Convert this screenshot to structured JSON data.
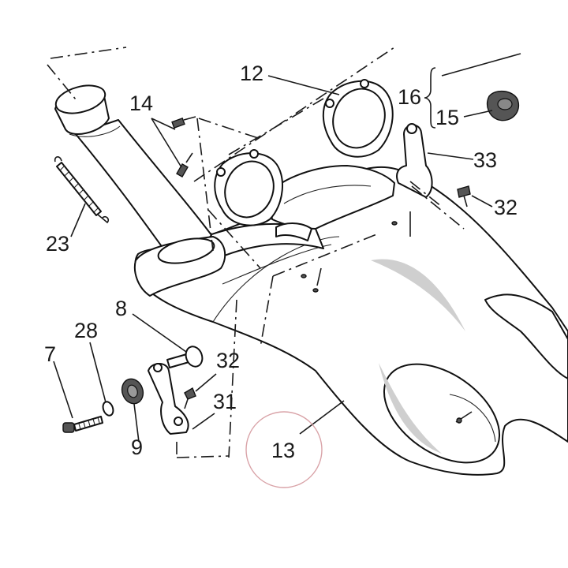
{
  "diagram": {
    "callouts": {
      "c12": "12",
      "c14": "14",
      "c16": "16",
      "c15": "15",
      "c33": "33",
      "c32a": "32",
      "c23": "23",
      "c8": "8",
      "c28": "28",
      "c7": "7",
      "c32b": "32",
      "c31": "31",
      "c9": "9",
      "c13": "13"
    },
    "highlight_color": "#d9a3a8",
    "line_color": "#1a1a1a"
  }
}
